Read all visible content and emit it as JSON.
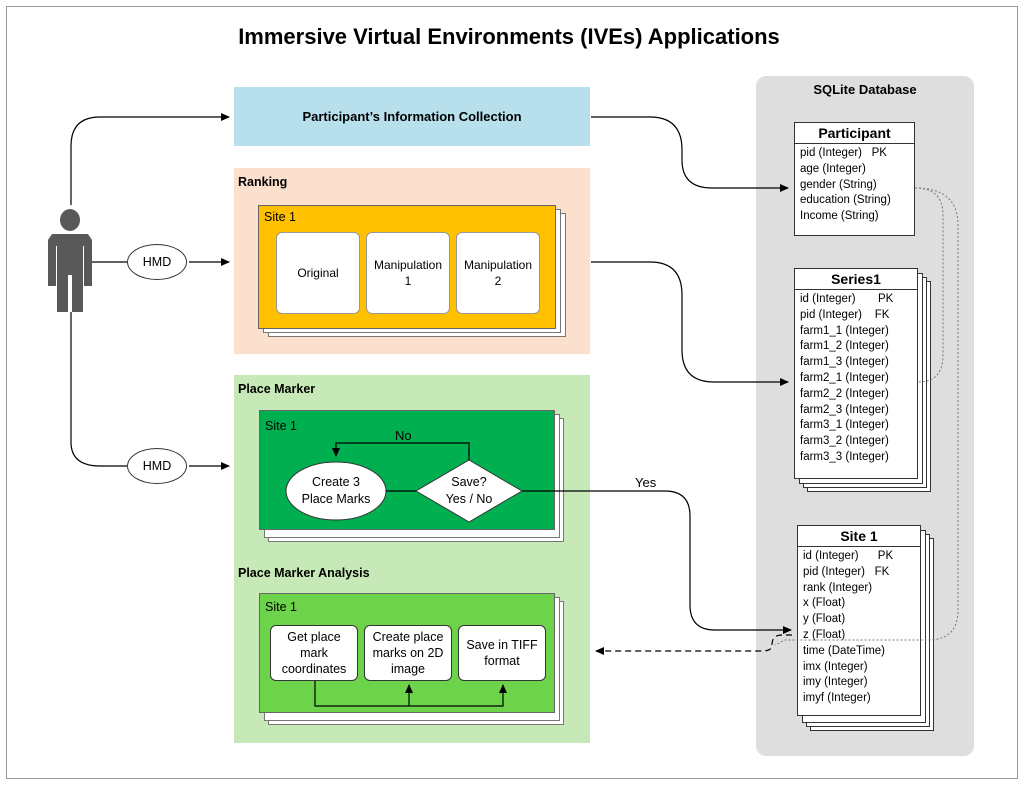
{
  "title": "Immersive Virtual Environments (IVEs) Applications",
  "participant_info": "Participant’s Information Collection",
  "ranking": {
    "label": "Ranking",
    "site": "Site 1",
    "options": [
      "Original",
      "Manipulation\n1",
      "Manipulation\n2"
    ]
  },
  "place_marker": {
    "label": "Place Marker",
    "site": "Site 1",
    "create": "Create 3\nPlace Marks",
    "decision": "Save?\nYes / No",
    "no": "No",
    "yes": "Yes"
  },
  "analysis": {
    "label": "Place Marker Analysis",
    "site": "Site 1",
    "steps": [
      "Get place\nmark\ncoordinates",
      "Create place\nmarks on 2D\nimage",
      "Save in TIFF\nformat"
    ]
  },
  "hmd": [
    "HMD",
    "HMD"
  ],
  "database": {
    "title": "SQLite Database",
    "tables": [
      {
        "name": "Participant",
        "fields": [
          "pid (Integer)   PK",
          "age (Integer)",
          "gender (String)",
          "education (String)",
          "Income (String)"
        ]
      },
      {
        "name": "Series1",
        "fields": [
          "id (Integer)       PK",
          "pid (Integer)    FK",
          "farm1_1 (Integer)",
          "farm1_2 (Integer)",
          "farm1_3 (Integer)",
          "farm2_1 (Integer)",
          "farm2_2 (Integer)",
          "farm2_3 (Integer)",
          "farm3_1 (Integer)",
          "farm3_2 (Integer)",
          "farm3_3 (Integer)"
        ]
      },
      {
        "name": "Site 1",
        "fields": [
          "id (Integer)      PK",
          "pid (Integer)   FK",
          "rank (Integer)",
          "x (Float)",
          "y (Float)",
          "z (Float)",
          "time (DateTime)",
          "imx (Integer)",
          "imy (Integer)",
          "imyf (Integer)"
        ]
      }
    ]
  }
}
